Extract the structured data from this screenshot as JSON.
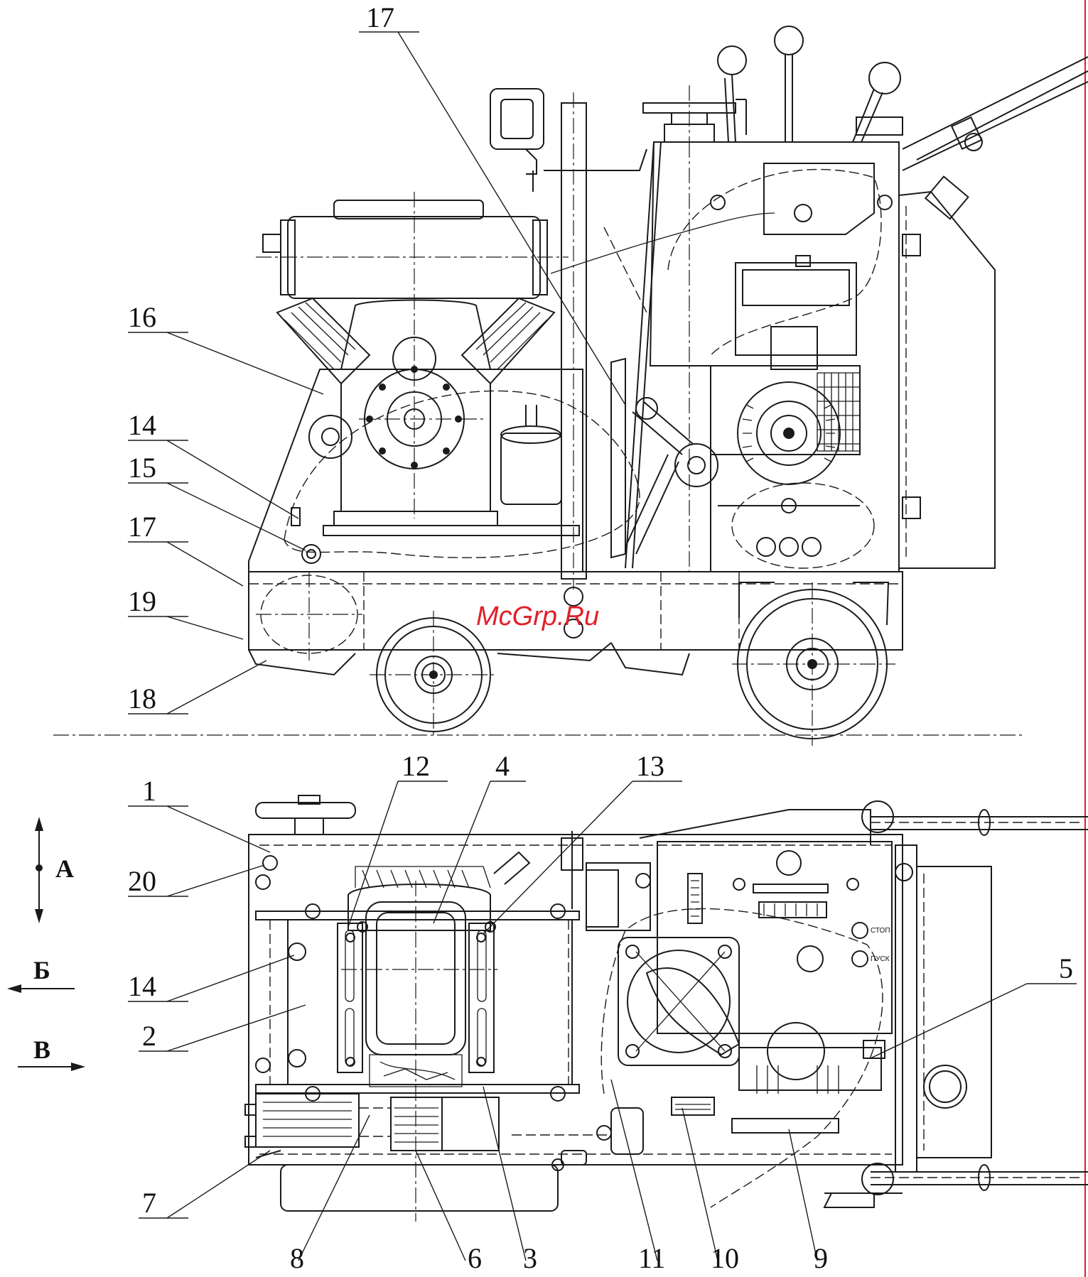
{
  "callouts_top": {
    "n17_top": "17",
    "n16": "16",
    "n14": "14",
    "n15": "15",
    "n17_left": "17",
    "n19": "19",
    "n18": "18"
  },
  "callouts_bottom": {
    "n12": "12",
    "n4": "4",
    "n13": "13",
    "n1": "1",
    "n20": "20",
    "n14": "14",
    "n2": "2",
    "n5": "5",
    "n7": "7",
    "n8": "8",
    "n6": "6",
    "n3": "3",
    "n11": "11",
    "n10": "10",
    "n9": "9"
  },
  "view_marks": {
    "a": "А",
    "b": "Б",
    "v": "В"
  },
  "watermark": "McGrp.Ru",
  "panel_marks": {
    "stop": "СТОП",
    "start": "ПУСК"
  },
  "colors": {
    "line": "#1a1a1a",
    "watermark": "#e0202a",
    "edge_accent": "#e0202a"
  }
}
